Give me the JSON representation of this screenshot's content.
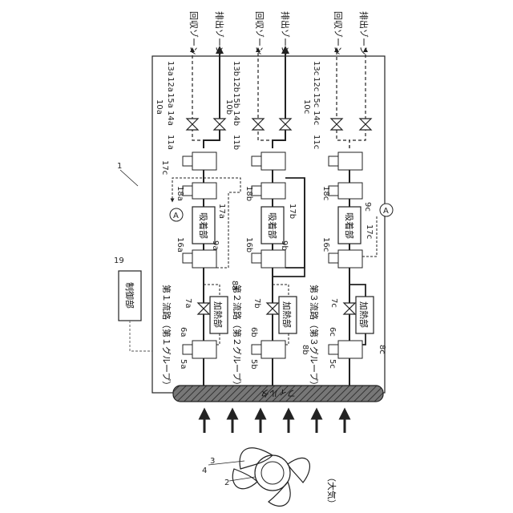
{
  "figure": {
    "outputs": [
      "回収ゾーン",
      "排出ゾーン",
      "回収ゾーン",
      "排出ゾーン",
      "回収ゾーン",
      "排出ゾーン"
    ],
    "system_ref": "1",
    "fan_refs": [
      "4",
      "3",
      "2"
    ],
    "atmosphere": "（大気）",
    "filter_label": "フィルタ",
    "control": {
      "ref": "19",
      "label": "制御部"
    },
    "paths": [
      {
        "path_label": "第１流路（第１グループ）",
        "path_ref": "5a",
        "valve_ref": "6a",
        "valve2_ref": "7a",
        "heater": "加熱部",
        "heater_ref": "8a",
        "adsorb": "吸着部",
        "adsorb_ref": "9a",
        "v16": "16a",
        "v18": "18a",
        "v17": "17a",
        "sensor": "A",
        "top_refs": [
          "13a",
          "12a",
          "15a",
          "14a",
          "11a"
        ],
        "head_ref": "10a"
      },
      {
        "path_label": "第２流路（第２グループ）",
        "path_ref": "5b",
        "valve_ref": "6b",
        "valve2_ref": "7b",
        "heater": "加熱部",
        "heater_ref": "8b",
        "adsorb": "吸着部",
        "adsorb_ref": "9b",
        "v16": "16b",
        "v18": "18b",
        "v17": "17b",
        "top_refs": [
          "13b",
          "12b",
          "15b",
          "14b",
          "11b"
        ],
        "head_ref": "10b"
      },
      {
        "path_label": "第３流路（第３グループ）",
        "path_ref": "5c",
        "valve_ref": "6c",
        "valve2_ref": "7c",
        "heater": "加熱部",
        "heater_ref": "8c",
        "adsorb": "吸着部",
        "adsorb_ref": "9c",
        "v16": "16c",
        "v18": "18c",
        "v17": "17c",
        "sensor": "A",
        "top_refs": [
          "13c",
          "12c",
          "15c",
          "14c",
          "11c"
        ],
        "head_ref": "10c"
      }
    ],
    "extra_refs": {
      "r17c": "17c"
    }
  }
}
